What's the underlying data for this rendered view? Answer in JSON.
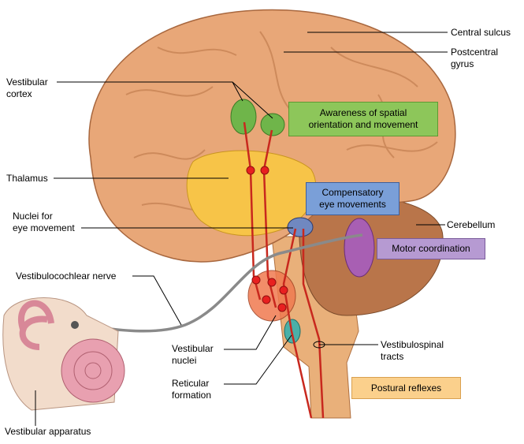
{
  "labels": {
    "central_sulcus": "Central sulcus",
    "postcentral_gyrus_1": "Postcentral",
    "postcentral_gyrus_2": "gyrus",
    "vestibular_cortex_1": "Vestibular",
    "vestibular_cortex_2": "cortex",
    "thalamus": "Thalamus",
    "nuclei_eye_1": "Nuclei for",
    "nuclei_eye_2": "eye movement",
    "cerebellum": "Cerebellum",
    "vestibulocochlear_nerve": "Vestibulocochlear nerve",
    "vestibular_nuclei_1": "Vestibular",
    "vestibular_nuclei_2": "nuclei",
    "reticular_formation_1": "Reticular",
    "reticular_formation_2": "formation",
    "vestibulospinal_tracts_1": "Vestibulospinal",
    "vestibulospinal_tracts_2": "tracts",
    "vestibular_apparatus": "Vestibular apparatus"
  },
  "boxes": {
    "awareness": {
      "line1": "Awareness of spatial",
      "line2": "orientation and movement",
      "color": "#8dc65a"
    },
    "compensatory": {
      "line1": "Compensatory",
      "line2": "eye movements",
      "color": "#7a9fd8"
    },
    "motor": {
      "line1": "Motor coordination",
      "color": "#b69ad2"
    },
    "postural": {
      "line1": "Postural reflexes",
      "color": "#fbd08c"
    }
  },
  "colors": {
    "brain": "#e8a778",
    "thalamus": "#f7c448",
    "cerebellum": "#b9754a",
    "pathway": "#c8281e",
    "nerve": "#8a8a8a"
  }
}
